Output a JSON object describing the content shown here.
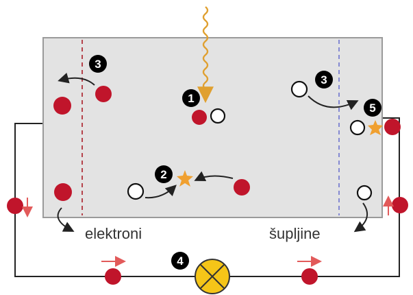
{
  "labels": {
    "electrons": "elektroni",
    "holes": "šupljine"
  },
  "steps": [
    "1",
    "2",
    "3",
    "3",
    "4",
    "5"
  ],
  "colors": {
    "cell_fill": "#e3e3e3",
    "cell_border": "#9a9a9a",
    "electron": "#c0152b",
    "hole_fill": "#ffffff",
    "photon": "#e0a030",
    "recombination_star": "#f0a030",
    "lamp": "#f5c518",
    "arrow_red": "#e25a5a",
    "wire": "#222222",
    "electron_boundary": "#b0303a",
    "hole_boundary": "#7a7fd0",
    "badge": "#000000"
  },
  "icons": [
    "photon-wave-icon",
    "electron-icon",
    "hole-icon",
    "recombination-star-icon",
    "lamp-icon",
    "flow-arrow-icon"
  ]
}
